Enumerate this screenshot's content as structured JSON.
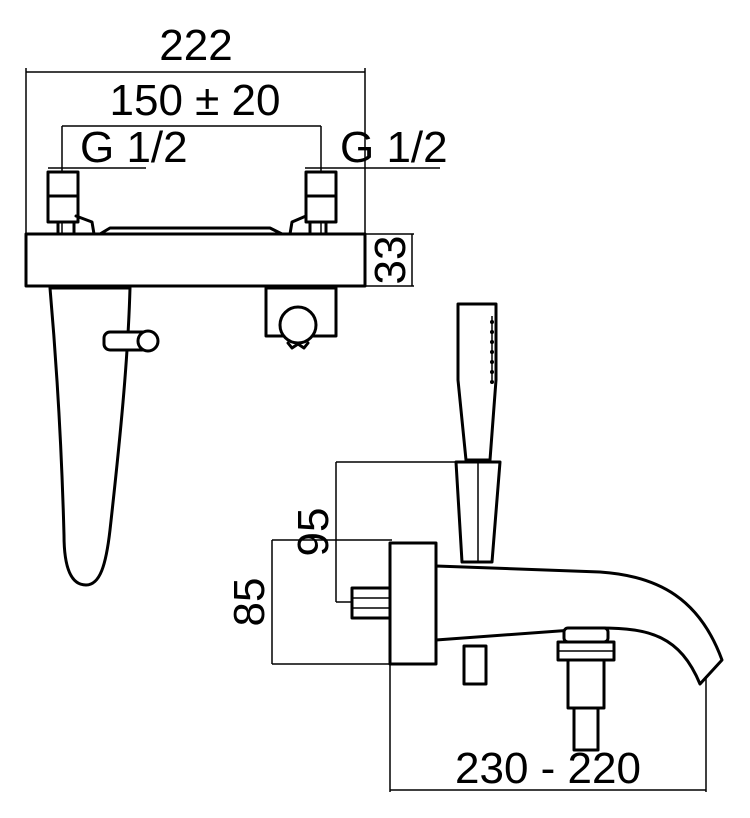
{
  "dimensions": {
    "overall_width": "222",
    "inlet_centers": "150 ± 20",
    "inlet_left": "G 1/2",
    "inlet_right": "G 1/2",
    "body_height": "33",
    "outlet_height_a": "95",
    "outlet_height_b": "85",
    "spout_projection": "230 - 220"
  }
}
